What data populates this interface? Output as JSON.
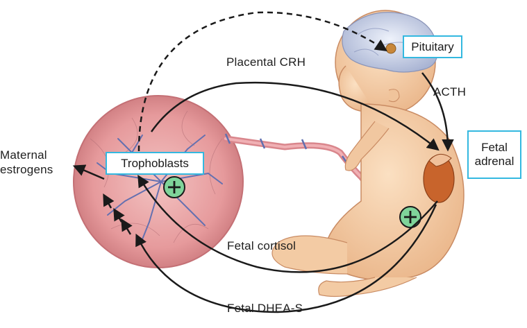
{
  "labels": {
    "pituitary": "Pituitary",
    "placental_crh": "Placental CRH",
    "acth": "ACTH",
    "fetal_adrenal_line1": "Fetal",
    "fetal_adrenal_line2": "adrenal",
    "trophoblasts": "Trophoblasts",
    "maternal_line1": "Maternal",
    "maternal_line2": "estrogens",
    "fetal_cortisol": "Fetal cortisol",
    "fetal_dheas": "Fetal DHEA-S",
    "plus_symbol": "+"
  },
  "colors": {
    "box_border": "#33b8e0",
    "arrow": "#1a1a1a",
    "placenta": "#e8a2a5",
    "fetal_skin": "#f4cfa8",
    "plus_fill": "#7fd49a",
    "adrenal": "#c8642c"
  }
}
